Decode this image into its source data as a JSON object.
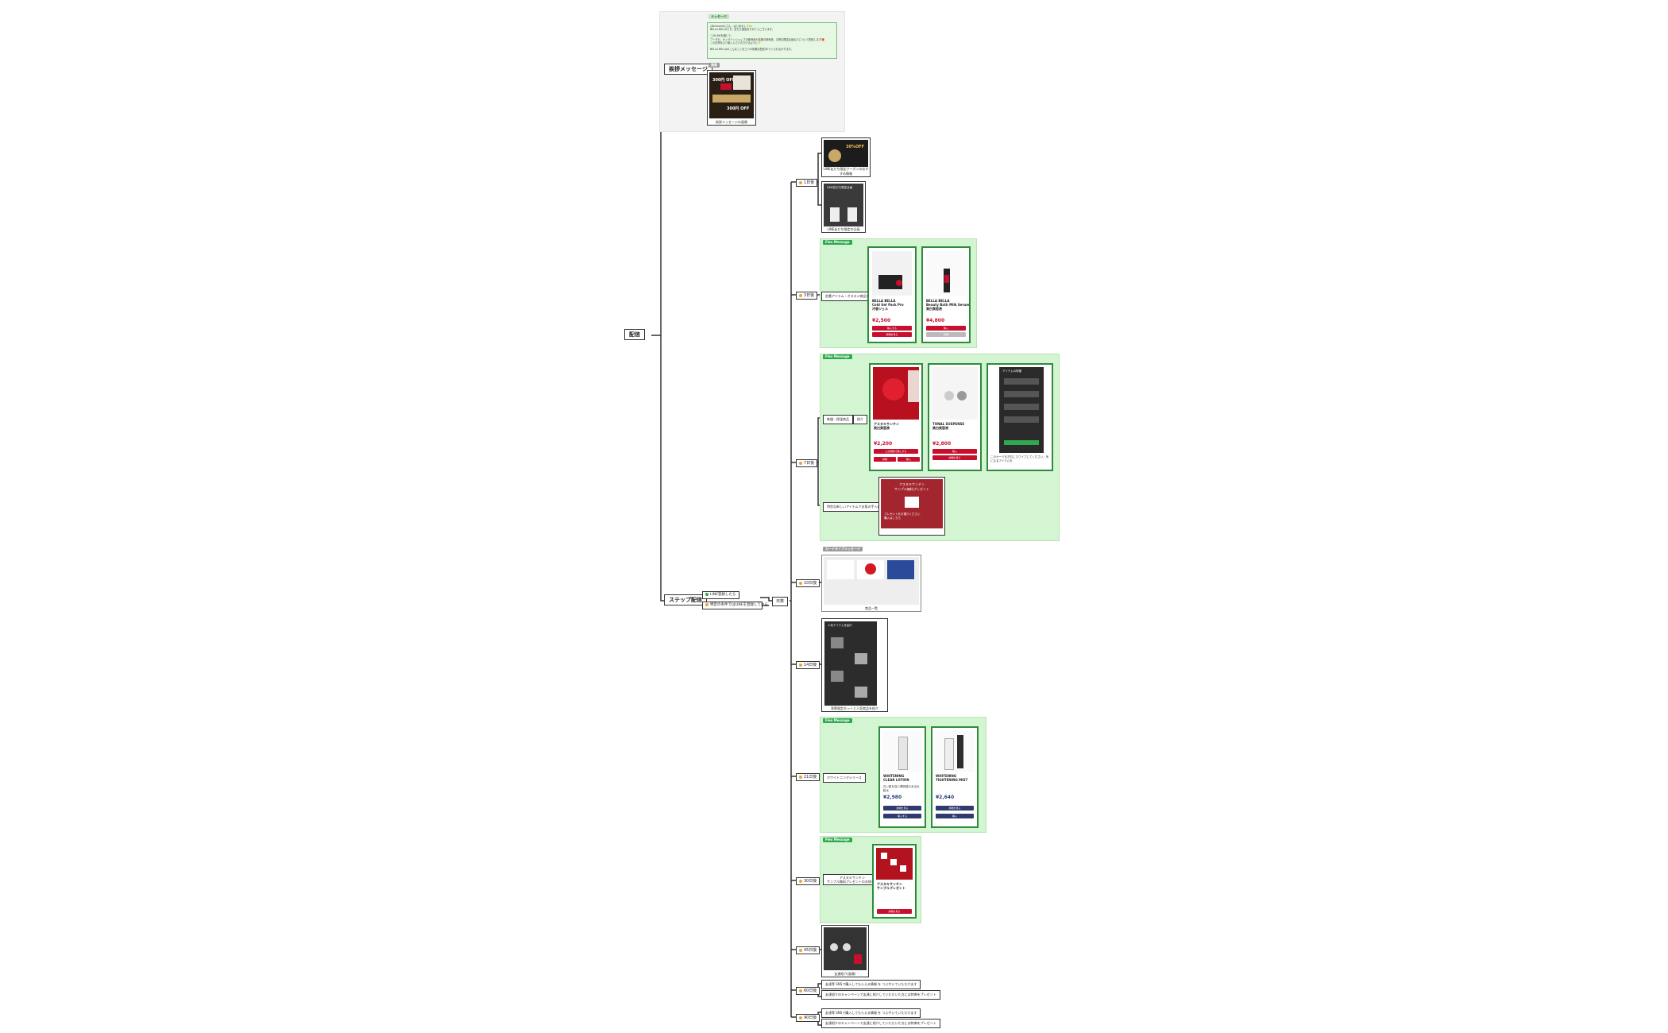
{
  "root": {
    "label": "配信"
  },
  "greeting": {
    "label": "挨拶メッセージ",
    "message_tag": "メッセージ",
    "message_lines": [
      "{Nickname}さん、はじめまして!🙌",
      "BELLA BELLAです。友だち追加ありがとうございます。",
      "",
      "このLINEを通じて、",
      "ブーダピ、オンラインショップの新商品や話題の新商品、お得な限定企画などについて配信します🎁",
      "この記事をより楽しんでいただけるように👇",
      "",
      "BELLA BELLAのこんなことを三つの情報を配信中!つくられるかります。"
    ],
    "image_tag": "画像",
    "image_caption": "挨拶メッセージの画像",
    "coupon_title": "300円 OFF",
    "coupon_title2": "300円 OFF"
  },
  "step": {
    "label": "ステップ配信",
    "conditions": [
      "LINE登録したら",
      "特定の条件ではLINEを登録してから"
    ],
    "timing": "日数"
  },
  "days": [
    {
      "label": "1日後"
    },
    {
      "label": "3日後"
    },
    {
      "label": "7日後"
    },
    {
      "label": "10日後"
    },
    {
      "label": "14日後"
    },
    {
      "label": "21日後"
    },
    {
      "label": "30日後"
    },
    {
      "label": "45日後"
    },
    {
      "label": "60日後"
    },
    {
      "label": "90日後"
    }
  ],
  "day1": {
    "items": [
      {
        "caption": "LINE友だち限定クーポンのおすすめ情報",
        "label": "30%OFF"
      },
      {
        "caption": "LINE友だち限定の企画",
        "label": "LINE友だち限定企画"
      }
    ]
  },
  "day3": {
    "tag": "Flex Message",
    "branch": "定番アイテム・オススメ商品を紹介",
    "cards": [
      {
        "title": "BELLA BELLA\nCold Gel Pack Pro\n冷感ジェル",
        "price": "¥2,500",
        "btn1": "購入する",
        "btn2": "詳細を見る"
      },
      {
        "title": "BELLA BELLA\nBeauty Bath Milk Serum\n美白美容液",
        "price": "¥4,800",
        "btn1": "購入",
        "btn2": "詳細"
      }
    ]
  },
  "day7": {
    "tag": "Flex Message",
    "branch1": "乾燥・保湿商品",
    "branch1b": "紹介",
    "branch2": "特別な新しいアイテムでお肌の手入れを",
    "cards": [
      {
        "title": "アスタキサンチン\n美白美容液",
        "price": "¥2,200",
        "btn1": "公式通販で購入する",
        "btn2a": "詳細",
        "btn2b": "購入"
      },
      {
        "title": "TONAL SUSPENSE\n美白美容液",
        "price": "¥2,800",
        "btn1": "購入",
        "btn2": "詳細を見る"
      },
      {
        "title": "アイテムの特徴",
        "note": "このカードを左右にスワイプしてください。気になるアイテムを"
      }
    ],
    "bottom_title": "アスタキサンチン\nサンプル無料プレゼント",
    "bottom_sub": "プレゼントをお選びください\n購入はこちら"
  },
  "day10": {
    "tag": "カードタイプメッセージ",
    "caption": "商品一覧"
  },
  "day14": {
    "caption": "季節限定セットと人気商品を紹介",
    "header": "人気アイテムを紹介"
  },
  "day21": {
    "tag": "Flex Message",
    "branch": "ホワイトニングシリーズ",
    "cards": [
      {
        "title": "WHITENING\nCLEAR LOTION",
        "sub": "白い肌を保つ透明感のある化粧水",
        "price": "¥2,980",
        "btn1": "詳細を見る",
        "btn2": "購入する"
      },
      {
        "title": "WHITENING\nTIGHTENING MIST",
        "price": "¥2,640",
        "btn1": "詳細を見る",
        "btn2": "購入"
      }
    ]
  },
  "day30": {
    "tag": "Flex Message",
    "branch": "アスタキサンチン\nサンプル無料プレゼントのお知らせ",
    "card": {
      "title": "アスタキサンチン\nサンプルプレゼント",
      "btn": "詳細を見る"
    }
  },
  "day45": {
    "caption": "友達紹介(画像)"
  },
  "day60": {
    "lines": [
      "友達等 SNSで購入してもらえる情報 を つぶやいていただけます",
      "友達紹介のキャンペーンで友達に紹介していただいた方には特典をプレゼント"
    ]
  },
  "day90": {
    "lines": [
      "友達等 SNSで購入してもらえる情報 を つぶやいていただけます",
      "友達紹介のキャンペーンで友達に紹介していただいた方には特典をプレゼント"
    ]
  }
}
